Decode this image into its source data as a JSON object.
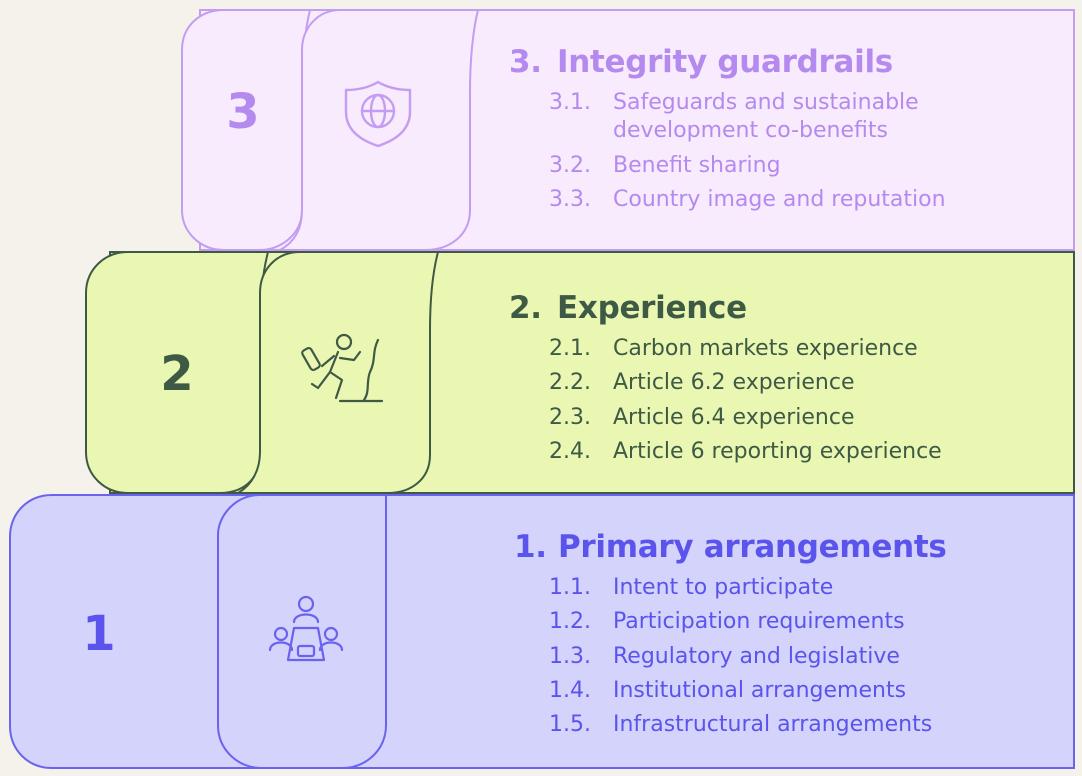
{
  "colors": {
    "background": "#f5f2ec",
    "tier3_fill": "#f7ebfd",
    "tier3_stroke": "#c49cf2",
    "tier3_text": "#b58aee",
    "tier2_fill": "#eaf7b3",
    "tier2_stroke": "#3e5a45",
    "tier2_text": "#3e5a45",
    "tier1_fill": "#d4d3fb",
    "tier1_stroke": "#6a63f0",
    "tier1_text": "#5b54ec"
  },
  "tiers": [
    {
      "id": "tier3",
      "big_number": "3",
      "icon": "shield-globe-icon",
      "heading_number": "3.",
      "heading": "Integrity guardrails",
      "items": [
        {
          "num": "3.1.",
          "text": "Safeguards and sustainable",
          "text2": "development co-benefits"
        },
        {
          "num": "3.2.",
          "text": "Benefit sharing"
        },
        {
          "num": "3.3.",
          "text": "Country image and reputation"
        }
      ]
    },
    {
      "id": "tier2",
      "big_number": "2",
      "icon": "climber-icon",
      "heading_number": "2.",
      "heading": "Experience",
      "items": [
        {
          "num": "2.1.",
          "text": "Carbon markets experience"
        },
        {
          "num": "2.2.",
          "text": "Article 6.2 experience"
        },
        {
          "num": "2.3.",
          "text": "Article 6.4 experience"
        },
        {
          "num": "2.4.",
          "text": "Article 6 reporting experience"
        }
      ]
    },
    {
      "id": "tier1",
      "big_number": "1",
      "icon": "meeting-table-icon",
      "heading_number": "1.",
      "heading": "Primary arrangements",
      "items": [
        {
          "num": "1.1.",
          "text": "Intent to participate"
        },
        {
          "num": "1.2.",
          "text": "Participation requirements"
        },
        {
          "num": "1.3.",
          "text": "Regulatory and legislative"
        },
        {
          "num": "1.4.",
          "text": "Institutional arrangements"
        },
        {
          "num": "1.5.",
          "text": "Infrastructural arrangements"
        }
      ]
    }
  ]
}
